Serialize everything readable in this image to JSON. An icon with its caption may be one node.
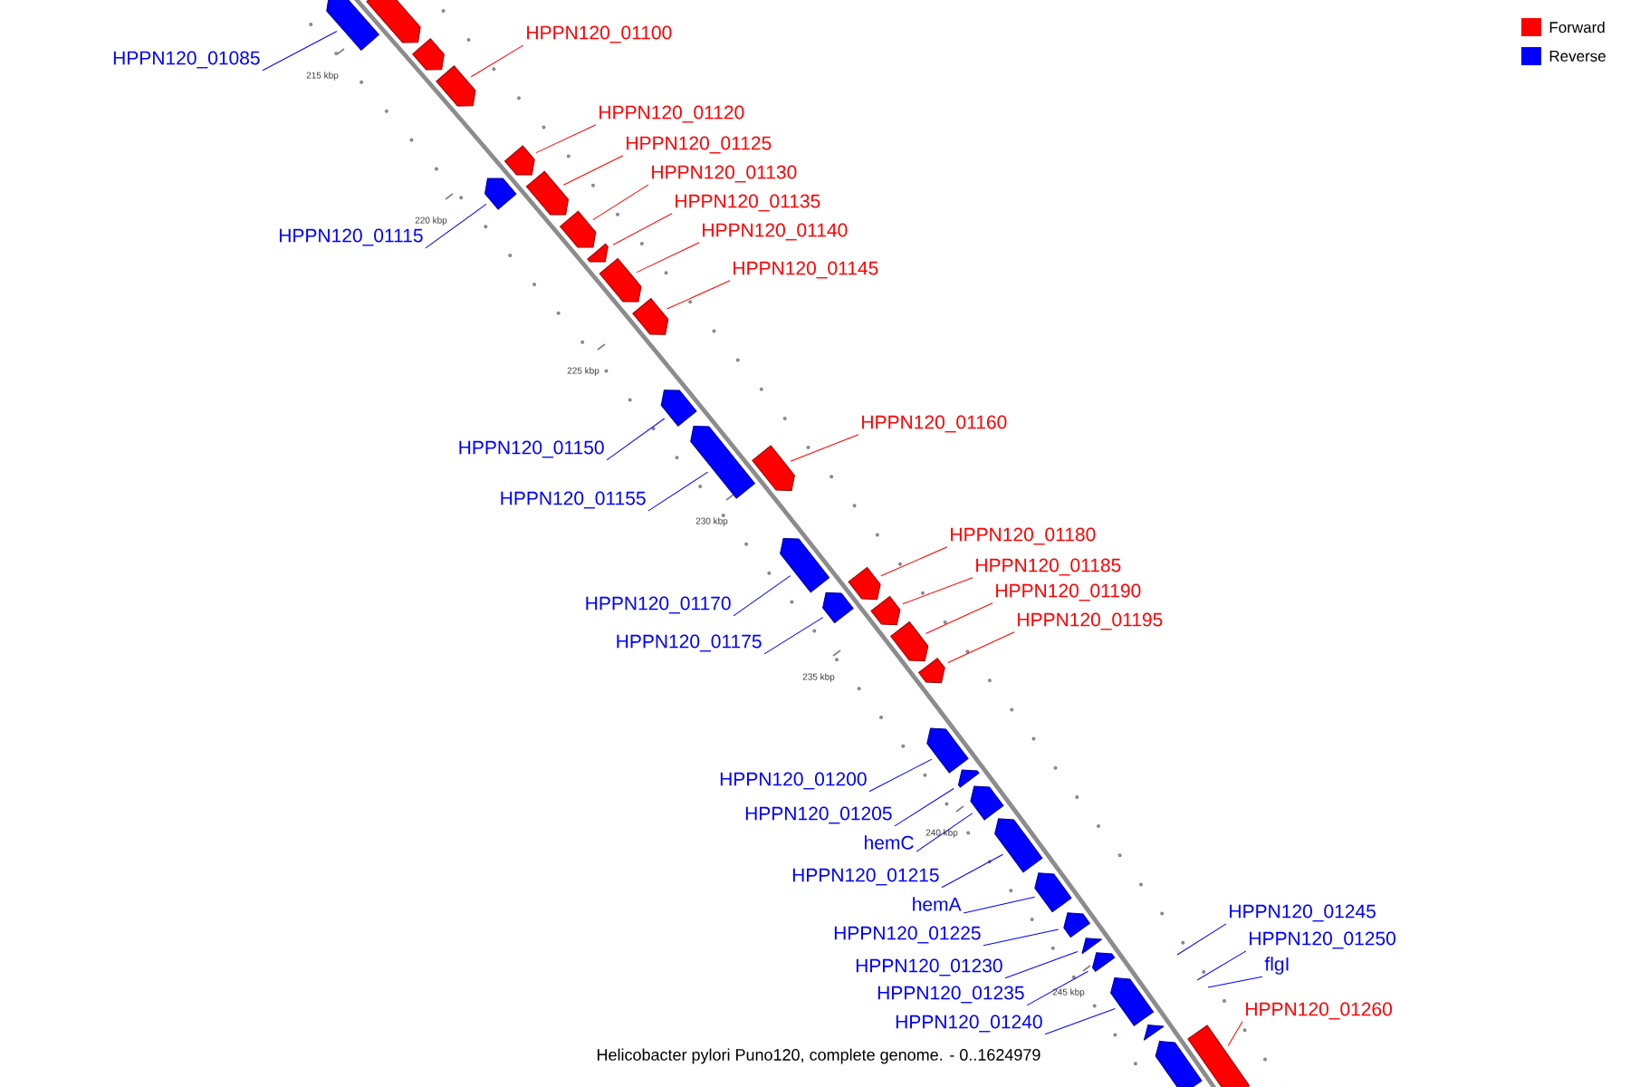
{
  "diagram": {
    "caption": "Helicobacter pylori Puno120, complete genome. - 0..1624979",
    "nodes": [
      {
        "text": [],
        "shape": "bar"
      },
      {
        "text": [
          "HPPN120_01085"
        ]
      },
      {
        "text": [],
        "shape": "bar"
      },
      {
        "text": [],
        "shape": "bar"
      },
      {
        "text": [],
        "shape": "bar"
      },
      {
        "text": [
          "HPPN120_01100"
        ]
      },
      {
        "text": [],
        "shape": "bar"
      },
      {
        "text": [
          "HPPN120_01120"
        ]
      },
      {
        "text": [],
        "shape": "bar"
      },
      {
        "text": [
          "HPPN120_01115"
        ]
      },
      {
        "text": [],
        "shape": "bar"
      },
      {
        "text": [
          "HPPN120_01125"
        ]
      },
      {
        "text": [],
        "shape": "bar"
      },
      {
        "text": [
          "HPPN120_01130"
        ]
      },
      {
        "text": [],
        "shape": "bar"
      },
      {
        "text": [
          "HPPN120_01135"
        ]
      },
      {
        "text": [],
        "shape": "bar"
      },
      {
        "text": [
          "HPPN120_01140"
        ]
      },
      {
        "text": [],
        "shape": "bar"
      },
      {
        "text": [
          "HPPN120_01145"
        ]
      },
      {
        "text": [],
        "shape": "bar"
      },
      {
        "text": [
          "HPPN120_01150"
        ]
      },
      {
        "text": [],
        "shape": "bar"
      },
      {
        "text": [
          "HPPN120_01155"
        ]
      },
      {
        "text": [],
        "shape": "bar"
      },
      {
        "text": [
          "HPPN120_01160"
        ]
      },
      {
        "text": [],
        "shape": "bar"
      },
      {
        "text": [
          "HPPN120_01170"
        ]
      },
      {
        "text": [],
        "shape": "bar"
      },
      {
        "text": [
          "HPPN120_01175"
        ]
      },
      {
        "text": [],
        "shape": "bar"
      },
      {
        "text": [
          "HPPN120_01180"
        ]
      },
      {
        "text": [],
        "shape": "bar"
      },
      {
        "text": [
          "HPPN120_01185"
        ]
      },
      {
        "text": [],
        "shape": "bar"
      },
      {
        "text": [
          "HPPN120_01190"
        ]
      },
      {
        "text": [],
        "shape": "bar"
      },
      {
        "text": [
          "HPPN120_01195"
        ]
      },
      {
        "text": [],
        "shape": "bar"
      },
      {
        "text": [
          "HPPN120_01200"
        ]
      },
      {
        "text": [],
        "shape": "bar"
      },
      {
        "text": [
          "HPPN120_01205"
        ]
      },
      {
        "text": [],
        "shape": "bar"
      },
      {
        "text": [
          "hemC"
        ]
      },
      {
        "text": [],
        "shape": "bar"
      },
      {
        "text": [
          "HPPN120_01215"
        ]
      },
      {
        "text": [],
        "shape": "bar"
      },
      {
        "text": [
          "hemA"
        ]
      },
      {
        "text": [],
        "shape": "bar"
      },
      {
        "text": [
          "HPPN120_01225"
        ]
      },
      {
        "text": [],
        "shape": "bar"
      },
      {
        "text": [
          "HPPN120_01230"
        ]
      },
      {
        "text": [],
        "shape": "bar"
      },
      {
        "text": [
          "HPPN120_01235"
        ]
      },
      {
        "text": [],
        "shape": "bar"
      },
      {
        "text": [
          "HPPN120_01240"
        ]
      },
      {
        "text": [],
        "shape": "bar"
      },
      {
        "text": [],
        "shape": "bar"
      },
      {
        "text": [],
        "shape": "bar"
      },
      {
        "text": [
          "HPPN120_01260"
        ]
      },
      {
        "text": [
          "HPPN120_01245"
        ]
      },
      {
        "text": [
          "HPPN120_01250"
        ]
      },
      {
        "text": [
          "flgI"
        ]
      }
    ],
    "edges": [
      {
        "from": 1,
        "to": 0,
        "arrow": "none"
      },
      {
        "from": 5,
        "to": 4,
        "arrow": "none",
        "color": "#ff0000"
      },
      {
        "from": 7,
        "to": 6,
        "arrow": "none",
        "color": "#ff0000"
      },
      {
        "from": 9,
        "to": 8,
        "arrow": "none"
      },
      {
        "from": 11,
        "to": 10,
        "arrow": "none",
        "color": "#ff0000"
      },
      {
        "from": 13,
        "to": 12,
        "arrow": "none",
        "color": "#ff0000"
      },
      {
        "from": 15,
        "to": 14,
        "arrow": "none",
        "color": "#ff0000"
      },
      {
        "from": 17,
        "to": 16,
        "arrow": "none",
        "color": "#ff0000"
      },
      {
        "from": 19,
        "to": 18,
        "arrow": "none",
        "color": "#ff0000"
      },
      {
        "from": 21,
        "to": 20,
        "arrow": "none"
      },
      {
        "from": 23,
        "to": 22,
        "arrow": "none"
      },
      {
        "from": 25,
        "to": 24,
        "arrow": "none",
        "color": "#ff0000"
      },
      {
        "from": 27,
        "to": 26,
        "arrow": "none"
      },
      {
        "from": 29,
        "to": 28,
        "arrow": "none"
      },
      {
        "from": 31,
        "to": 30,
        "arrow": "none",
        "color": "#ff0000"
      },
      {
        "from": 33,
        "to": 32,
        "arrow": "none",
        "color": "#ff0000"
      },
      {
        "from": 35,
        "to": 34,
        "arrow": "none",
        "color": "#ff0000"
      },
      {
        "from": 37,
        "to": 36,
        "arrow": "none",
        "color": "#ff0000"
      },
      {
        "from": 39,
        "to": 38,
        "arrow": "none"
      },
      {
        "from": 41,
        "to": 40,
        "arrow": "none"
      },
      {
        "from": 43,
        "to": 42,
        "arrow": "none"
      },
      {
        "from": 45,
        "to": 44,
        "arrow": "none"
      },
      {
        "from": 47,
        "to": 46,
        "arrow": "none"
      },
      {
        "from": 49,
        "to": 48,
        "arrow": "none"
      },
      {
        "from": 51,
        "to": 50,
        "arrow": "none"
      },
      {
        "from": 53,
        "to": 52,
        "arrow": "none"
      },
      {
        "from": 55,
        "to": 54,
        "arrow": "none"
      },
      {
        "from": 59,
        "to": 58,
        "arrow": "none",
        "color": "#ff0000"
      },
      {
        "from": 60,
        "to": null,
        "arrow": "none"
      },
      {
        "from": 61,
        "to": null,
        "arrow": "none"
      },
      {
        "from": 62,
        "to": null,
        "arrow": "none"
      }
    ],
    "labels": [
      "215 kbp",
      "220 kbp",
      "225 kbp",
      "230 kbp",
      "235 kbp",
      "240 kbp",
      "245 kbp"
    ],
    "legend": [
      {
        "text": "Forward",
        "color": "#ff0000"
      },
      {
        "text": "Reverse",
        "color": "#0000ff"
      }
    ]
  }
}
